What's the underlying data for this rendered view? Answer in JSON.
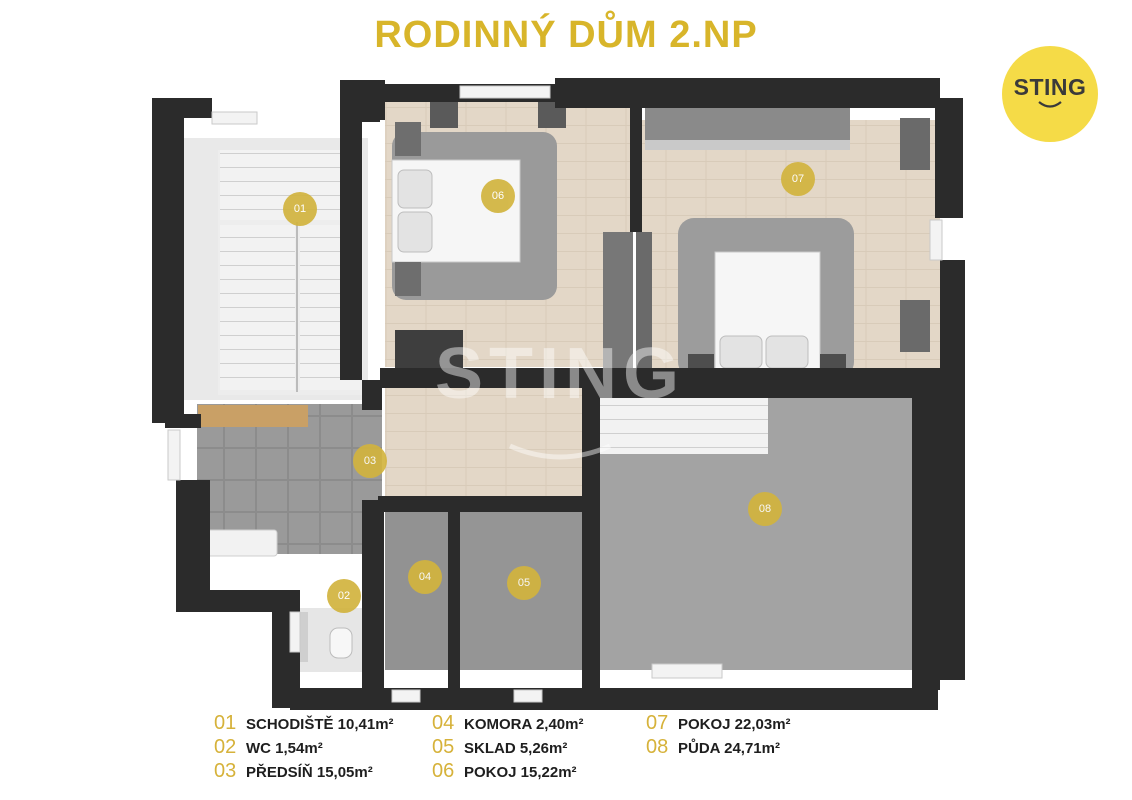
{
  "title": "RODINNÝ DŮM 2.NP",
  "logo": {
    "text": "STING",
    "color": "#f5db47"
  },
  "watermark": "STING",
  "accent_color": "#d2b43e",
  "rooms": [
    {
      "id": "01",
      "label": "SCHODIŠTĚ 10,41m²"
    },
    {
      "id": "02",
      "label": "WC 1,54m²"
    },
    {
      "id": "03",
      "label": "PŘEDSÍŇ 15,05m²"
    },
    {
      "id": "04",
      "label": "KOMORA 2,40m²"
    },
    {
      "id": "05",
      "label": "SKLAD 5,26m²"
    },
    {
      "id": "06",
      "label": "POKOJ 15,22m²"
    },
    {
      "id": "07",
      "label": "POKOJ 22,03m²"
    },
    {
      "id": "08",
      "label": "PŮDA 24,71m²"
    }
  ]
}
